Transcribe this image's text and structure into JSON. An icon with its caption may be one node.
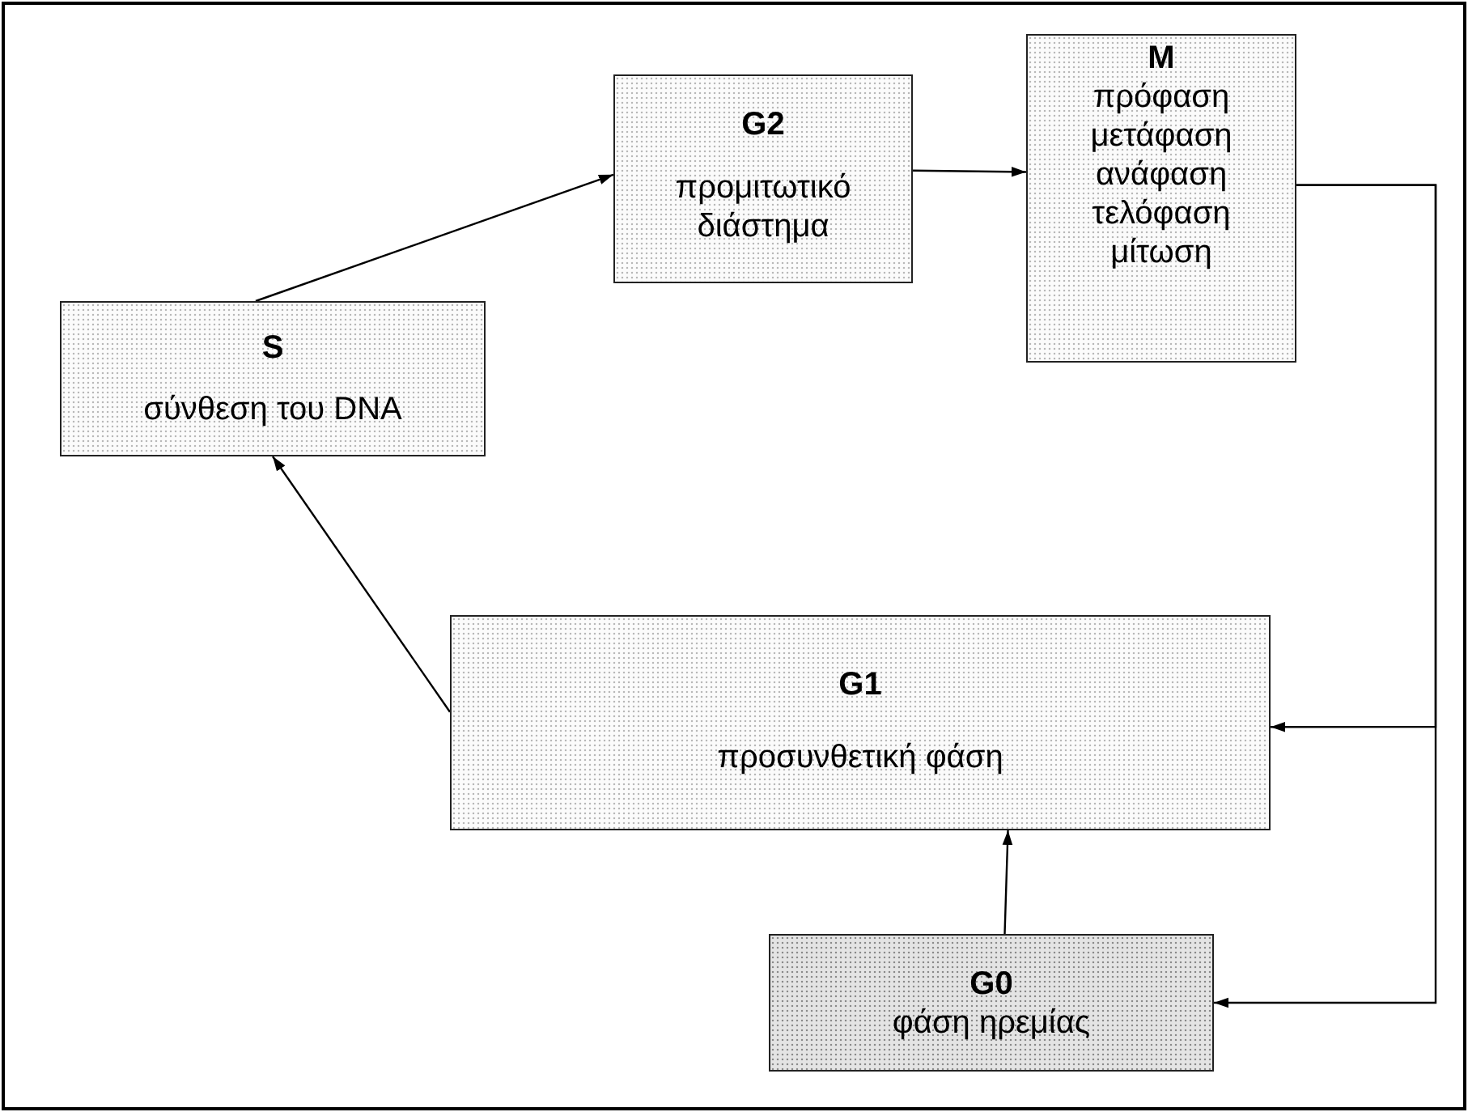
{
  "diagram": {
    "nodes": [
      {
        "text": [
          "S",
          "σύνθεση του DNA"
        ]
      },
      {
        "text": [
          "G2",
          "προμιτωτικό διάστημα"
        ]
      },
      {
        "text": [
          "M",
          "πρόφαση",
          "μετάφαση",
          "ανάφαση",
          "τελόφαση",
          "μίτωση"
        ]
      },
      {
        "text": [
          "G1",
          "προσυνθετική φάση"
        ]
      },
      {
        "text": [
          "G0",
          "φάση ηρεμίας"
        ]
      }
    ],
    "edges": [
      {
        "from": 0,
        "to": 1,
        "arrow": "to"
      },
      {
        "from": 1,
        "to": 2,
        "arrow": "to"
      },
      {
        "from": 2,
        "to": 3,
        "arrow": "to"
      },
      {
        "from": 2,
        "to": 4,
        "arrow": "to"
      },
      {
        "from": 4,
        "to": 3,
        "arrow": "to"
      },
      {
        "from": 3,
        "to": 0,
        "arrow": "to"
      }
    ]
  }
}
